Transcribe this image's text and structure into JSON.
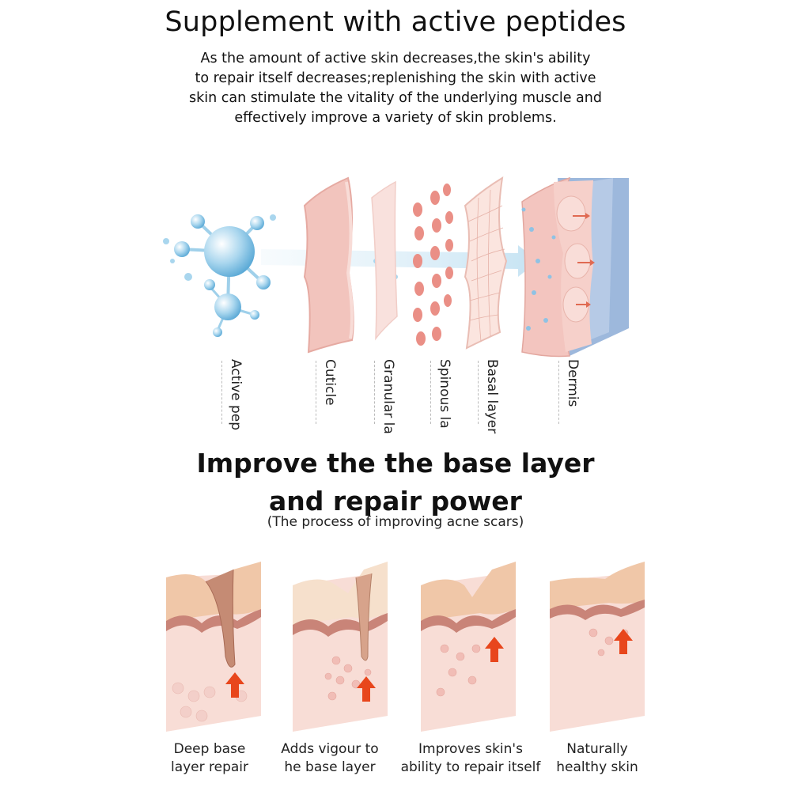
{
  "header": {
    "title": "Supplement with active peptides",
    "intro_lines": [
      "As the amount of active skin decreases,the skin's ability",
      "to repair itself decreases;replenishing the skin with active",
      "skin can stimulate the vitality of the underlying muscle and",
      "effectively improve a variety of skin problems."
    ]
  },
  "layers": {
    "labels": [
      "Active pep",
      "Cuticle",
      "Granular la",
      "Spinous la",
      "Basal layer",
      "Dermis"
    ]
  },
  "section2": {
    "title_lines": [
      "Improve the the base layer",
      "and repair power"
    ],
    "subtitle": "(The process of improving acne scars)"
  },
  "stages": [
    {
      "caption_lines": [
        "Deep base",
        "layer repair"
      ]
    },
    {
      "caption_lines": [
        "Adds vigour to",
        "he base layer"
      ]
    },
    {
      "caption_lines": [
        "Improves skin's",
        "ability to repair itself"
      ]
    },
    {
      "caption_lines": [
        "Naturally",
        "healthy skin"
      ]
    }
  ],
  "colors": {
    "molecule": "#9fd0ea",
    "skin_pink": "#f3c9c2",
    "skin_dark": "#d98f86",
    "dermis_blue": "#9db8dc",
    "arrow": "#e8461c"
  }
}
